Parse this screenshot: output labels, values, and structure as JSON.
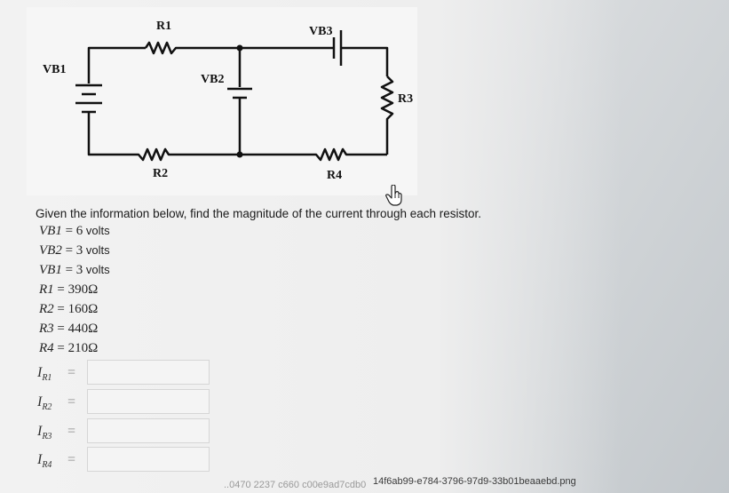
{
  "circuit": {
    "labels": {
      "r1": "R1",
      "r2": "R2",
      "r3": "R3",
      "r4": "R4",
      "vb1": "VB1",
      "vb2": "VB2",
      "vb3": "VB3"
    }
  },
  "question": {
    "text": "Given the information below, find the magnitude of the current through each resistor."
  },
  "given": [
    {
      "var": "VB1",
      "eq": " = ",
      "value": "6",
      "unit": " volts"
    },
    {
      "var": "VB2",
      "eq": " = ",
      "value": "3",
      "unit": " volts"
    },
    {
      "var": "VB1",
      "eq": " = ",
      "value": "3",
      "unit": " volts"
    },
    {
      "var": "R1",
      "eq": " = ",
      "value": "390Ω",
      "unit": ""
    },
    {
      "var": "R2",
      "eq": " = ",
      "value": "160Ω",
      "unit": ""
    },
    {
      "var": "R3",
      "eq": " = ",
      "value": "440Ω",
      "unit": ""
    },
    {
      "var": "R4",
      "eq": " = ",
      "value": "210Ω",
      "unit": ""
    }
  ],
  "answers": [
    {
      "label": "I",
      "sub": "R1",
      "eq": "=",
      "value": ""
    },
    {
      "label": "I",
      "sub": "R2",
      "eq": "=",
      "value": ""
    },
    {
      "label": "I",
      "sub": "R3",
      "eq": "=",
      "value": ""
    },
    {
      "label": "I",
      "sub": "R4",
      "eq": "=",
      "value": ""
    }
  ],
  "footer": {
    "filename": "14f6ab99-e784-3796-97d9-33b01beaaebd.png",
    "faded_text": "..0470 2237 c660 c00e9ad7cdb0"
  },
  "icons": {
    "cursor": "hand-pointer-icon"
  }
}
